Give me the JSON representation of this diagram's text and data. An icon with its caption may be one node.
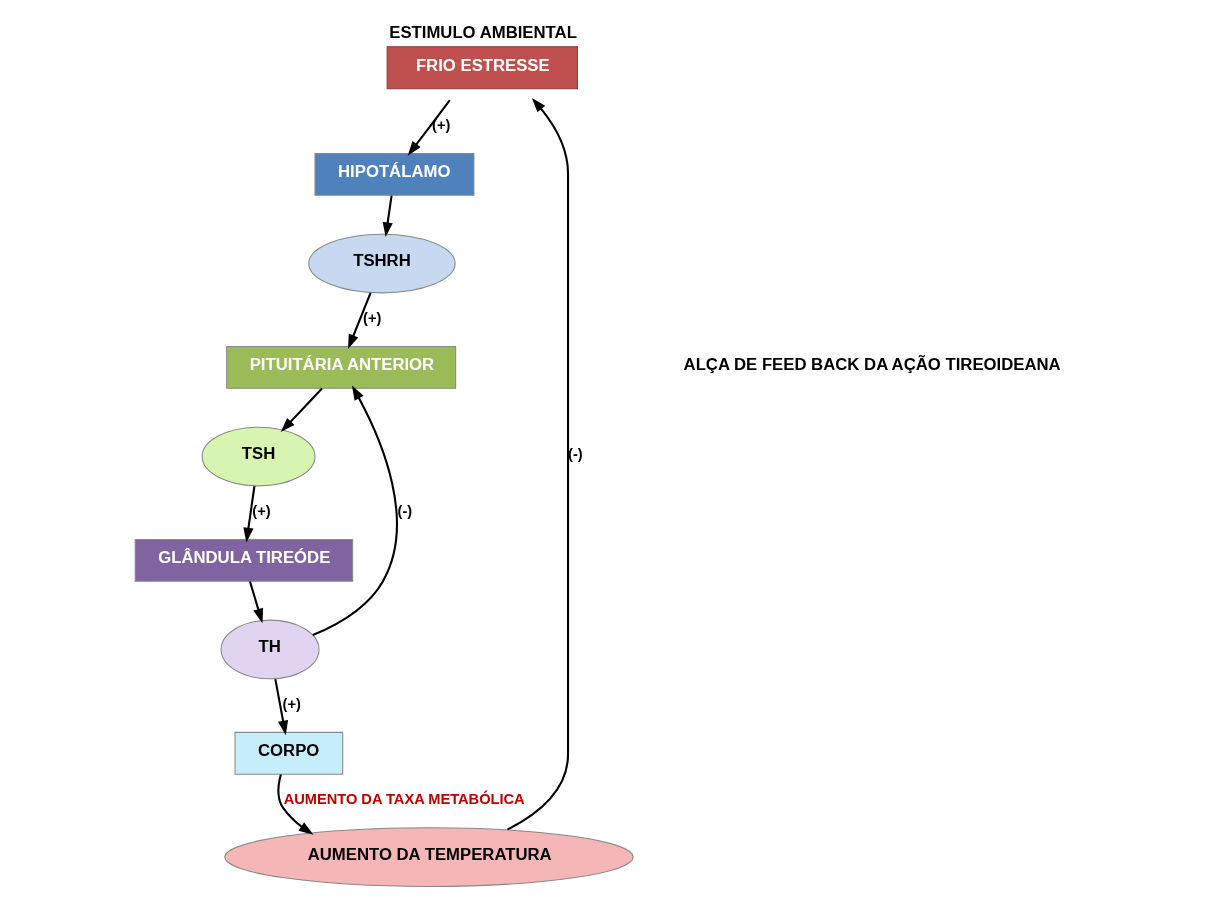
{
  "diagram": {
    "nodes": [
      {
        "text": [
          "ESTIMULO AMBIENTAL",
          "FRIO ESTRESSE"
        ]
      },
      {
        "text": [
          "HIPOTÁLAMO"
        ]
      },
      {
        "text": [
          "TSHRH"
        ]
      },
      {
        "text": [
          "PITUITÁRIA ANTERIOR"
        ]
      },
      {
        "text": [
          "TSH"
        ]
      },
      {
        "text": [
          "GLÂNDULA TIREÓDE"
        ]
      },
      {
        "text": [
          "TH"
        ]
      },
      {
        "text": [
          "CORPO"
        ]
      },
      {
        "text": [
          "AUMENTO DA TEMPERATURA"
        ]
      }
    ],
    "edges": [
      {
        "from": 0,
        "to": 1,
        "arrow": "to",
        "label": "(+)"
      },
      {
        "from": 1,
        "to": 2,
        "arrow": "to"
      },
      {
        "from": 2,
        "to": 3,
        "arrow": "to",
        "label": "(+)"
      },
      {
        "from": 3,
        "to": 4,
        "arrow": "to"
      },
      {
        "from": 4,
        "to": 5,
        "arrow": "to",
        "label": "(+)"
      },
      {
        "from": 5,
        "to": 6,
        "arrow": "to"
      },
      {
        "from": 6,
        "to": 7,
        "arrow": "to",
        "label": "(+)"
      },
      {
        "from": 6,
        "to": 3,
        "arrow": "to",
        "label": "(-)"
      },
      {
        "from": 7,
        "to": 8,
        "arrow": "to",
        "label": "AUMENTO DA TAXA METABÓLICA"
      },
      {
        "from": 8,
        "to": 0,
        "arrow": "to",
        "label": "(-)"
      }
    ],
    "labels": [
      "ALÇA DE FEED BACK DA AÇÃO TIREOIDEANA"
    ]
  }
}
